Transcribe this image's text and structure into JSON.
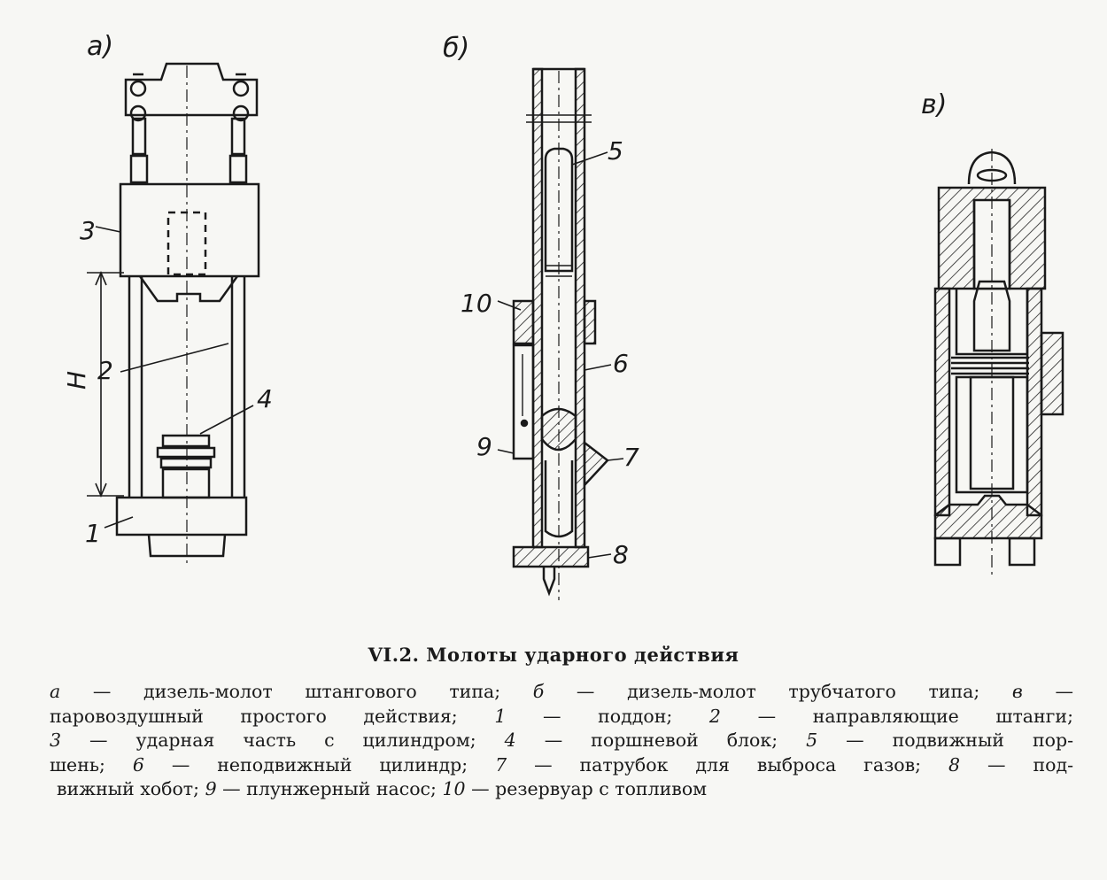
{
  "figure": {
    "panels": [
      {
        "id": "a",
        "label": "а)"
      },
      {
        "id": "b",
        "label": "б)"
      },
      {
        "id": "v",
        "label": "в)"
      }
    ],
    "callouts": {
      "a_1": "1",
      "a_2": "2",
      "a_3": "3",
      "a_4": "4",
      "a_H": "H",
      "b_5": "5",
      "b_6": "6",
      "b_7": "7",
      "b_8": "8",
      "b_9": "9",
      "b_10": "10"
    }
  },
  "caption": {
    "title": "VI.2. Молоты ударного действия",
    "lines": [
      [
        {
          "k": "а",
          "t": " — дизель-молот штангового типа; "
        },
        {
          "k": "б",
          "t": " — дизель-молот трубчатого типа; "
        },
        {
          "k": "в",
          "t": " —"
        }
      ],
      [
        {
          "k": "",
          "t": "паровоздушный простого действия; "
        },
        {
          "k": "1",
          "t": " — поддон; "
        },
        {
          "k": "2",
          "t": " — направляющие штанги;"
        }
      ],
      [
        {
          "k": "3",
          "t": " — ударная часть с цилиндром; "
        },
        {
          "k": "4",
          "t": " — поршневой блок; "
        },
        {
          "k": "5",
          "t": " — подвижный пор-"
        }
      ],
      [
        {
          "k": "",
          "t": "шень; "
        },
        {
          "k": "6",
          "t": " — неподвижный цилиндр; "
        },
        {
          "k": "7",
          "t": " — патрубок для выброса газов; "
        },
        {
          "k": "8",
          "t": " — под-"
        }
      ],
      [
        {
          "k": "",
          "t": "вижный хобот; "
        },
        {
          "k": "9",
          "t": " — плунжерный насос; "
        },
        {
          "k": "10",
          "t": " — резервуар с топливом"
        }
      ]
    ]
  }
}
